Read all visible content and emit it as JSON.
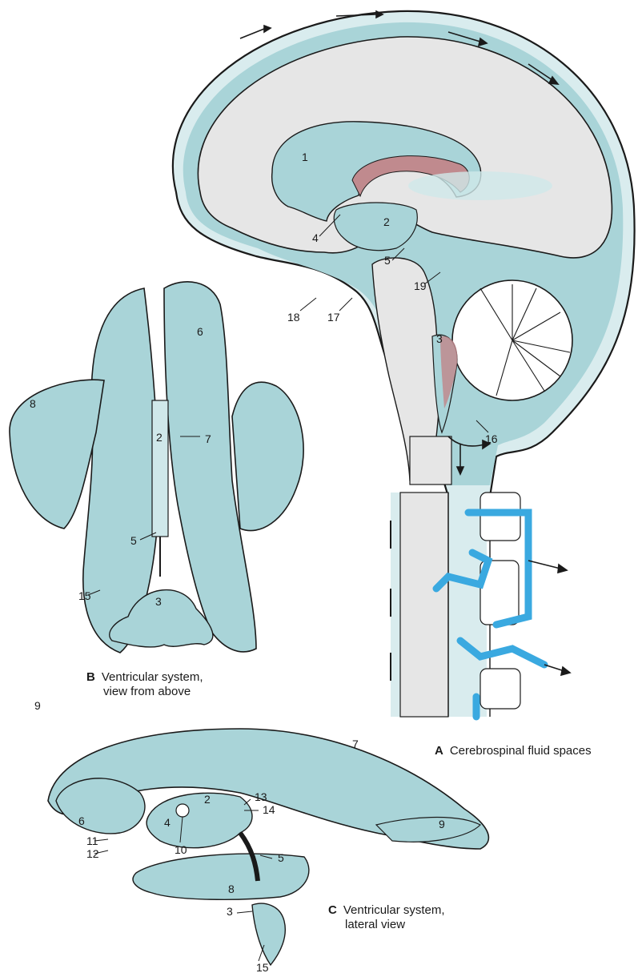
{
  "colors": {
    "fluid": "#a9d4d8",
    "fluid_light": "#cfe8ea",
    "choroid": "#c08a8e",
    "vein": "#3aa9e0",
    "outline": "#1a1a1a",
    "tissue": "#e6e6e6"
  },
  "panels": {
    "A": {
      "letter": "A",
      "caption": "Cerebrospinal fluid spaces"
    },
    "B": {
      "letter": "B",
      "caption_line1": "Ventricular system,",
      "caption_line2": "view from above"
    },
    "C": {
      "letter": "C",
      "caption_line1": "Ventricular system,",
      "caption_line2": "lateral view"
    }
  },
  "labels_A": [
    "1",
    "2",
    "3",
    "4",
    "5",
    "16",
    "17",
    "18",
    "19"
  ],
  "labels_B": [
    "2",
    "3",
    "5",
    "6",
    "7",
    "8",
    "9",
    "15"
  ],
  "labels_C": [
    "2",
    "3",
    "4",
    "5",
    "6",
    "7",
    "8",
    "9",
    "10",
    "11",
    "12",
    "13",
    "14",
    "15"
  ]
}
